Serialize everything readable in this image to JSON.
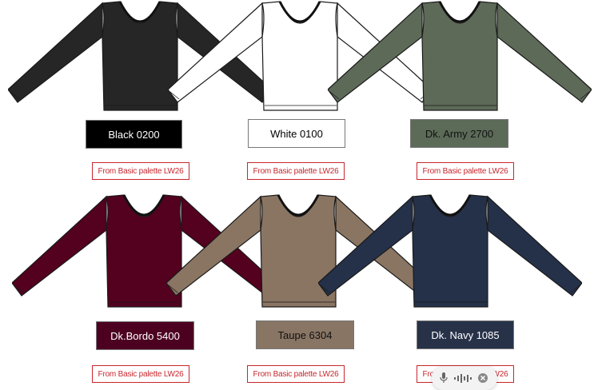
{
  "palette_note": "From Basic palette LW26",
  "items": [
    {
      "name": "Black 0200",
      "fill": "#262626",
      "swatch_bg": "#000000",
      "swatch_text": "#ffffff"
    },
    {
      "name": "White 0100",
      "fill": "#ffffff",
      "swatch_bg": "#ffffff",
      "swatch_text": "#000000"
    },
    {
      "name": "Dk. Army 2700",
      "fill": "#5d6a58",
      "swatch_bg": "#5c6b58",
      "swatch_text": "#111111"
    },
    {
      "name": "Dk.Bordo 5400",
      "fill": "#54001f",
      "swatch_bg": "#4d0121",
      "swatch_text": "#ffffff"
    },
    {
      "name": "Taupe 6304",
      "fill": "#8a7563",
      "swatch_bg": "#887564",
      "swatch_text": "#111111"
    },
    {
      "name": "Dk. Navy 1085",
      "fill": "#253149",
      "swatch_bg": "#273249",
      "swatch_text": "#ffffff"
    }
  ],
  "icons": [
    "microphone-icon",
    "audio-wave-icon",
    "close-icon"
  ]
}
